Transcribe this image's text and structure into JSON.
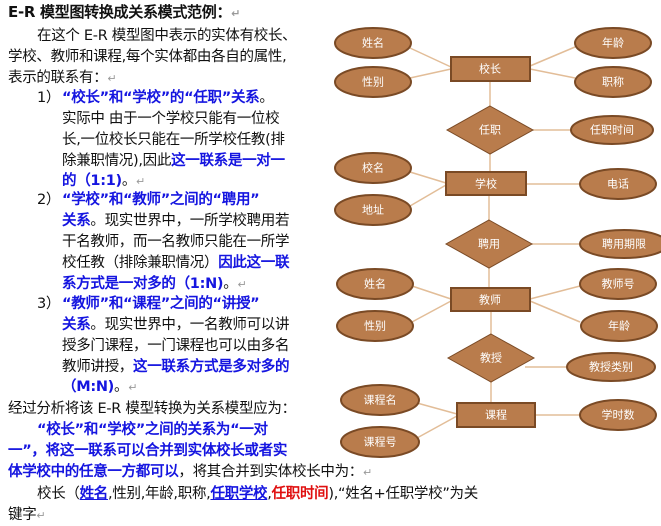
{
  "title": "E-R 模型图转换成关系模式范例：",
  "intro": [
    "在这个 E-R 模型图中表示的实体有校长、",
    "学校、教师和课程,每个实体都由各自的属性,",
    "表示的联系有："
  ],
  "item1": {
    "num": "1）",
    "head": "“校长”和“学校”的“任职”关系",
    "head_end": "。",
    "l2": "实际中 由于一个学校只能有一位校",
    "l3": "长,一位校长只能在一所学校任教(排",
    "l4a": "除兼职情况),因此",
    "l4b": "这一联系是一对一",
    "l5": "的（1:1)",
    "l5_end": "。"
  },
  "item2": {
    "num": "2）",
    "head": "“学校”和“教师”之间的“聘用”",
    "l2a": "关系",
    "l2b": "。现实世界中，一所学校聘用若",
    "l3": "干名教师，而一名教师只能在一所学",
    "l4a": "校任教（排除兼职情况）",
    "l4b": "因此这一联",
    "l5": "系方式是一对多的（1:N)",
    "l5_end": "。"
  },
  "item3": {
    "num": "3）",
    "head": "“教师”和“课程”之间的“讲授”",
    "l2a": "关系",
    "l2b": "。现实世界中，一名教师可以讲",
    "l3": "授多门课程，一门课程也可以由多名",
    "l4a": "教师讲授，",
    "l4b": "这一联系方式是多对多的",
    "l5": "（M:N)",
    "l5_end": "。"
  },
  "analysis": "经过分析将该 E-R 模型转换为关系模型应为：",
  "conclusion": {
    "l1": "“校长”和“学校”之间的关系为“一对",
    "l2": "一”，将这一联系可以合并到实体校长或者实",
    "l3a": "体学校中的任意一方都可以",
    "l3b": "，将其合并到实体校长中为："
  },
  "schema": {
    "a": "校长（",
    "key1": "姓名",
    "b": ",性别,年龄,职称,",
    "key2": "任职学校",
    "c": ",",
    "attr": "任职时间",
    "d": "),“姓名+任职学校”为关",
    "e": "键字"
  },
  "paragraph_mark": "↵",
  "diagram": {
    "entities": [
      "校长",
      "学校",
      "教师",
      "课程"
    ],
    "relations": [
      "任职",
      "聘用",
      "教授"
    ],
    "attributes": {
      "principal": [
        "姓名",
        "性别",
        "年龄",
        "职称"
      ],
      "appoint": [
        "任职时间"
      ],
      "school": [
        "校名",
        "地址",
        "电话"
      ],
      "hire": [
        "聘用期限"
      ],
      "teacher": [
        "姓名",
        "性别",
        "教师号",
        "年龄"
      ],
      "teach": [
        "教授类别"
      ],
      "course": [
        "课程名",
        "课程号",
        "学时数"
      ]
    },
    "colors": {
      "fill": "#b97c4c",
      "stroke": "#7a4a25",
      "connector": "#e2bd98"
    }
  }
}
